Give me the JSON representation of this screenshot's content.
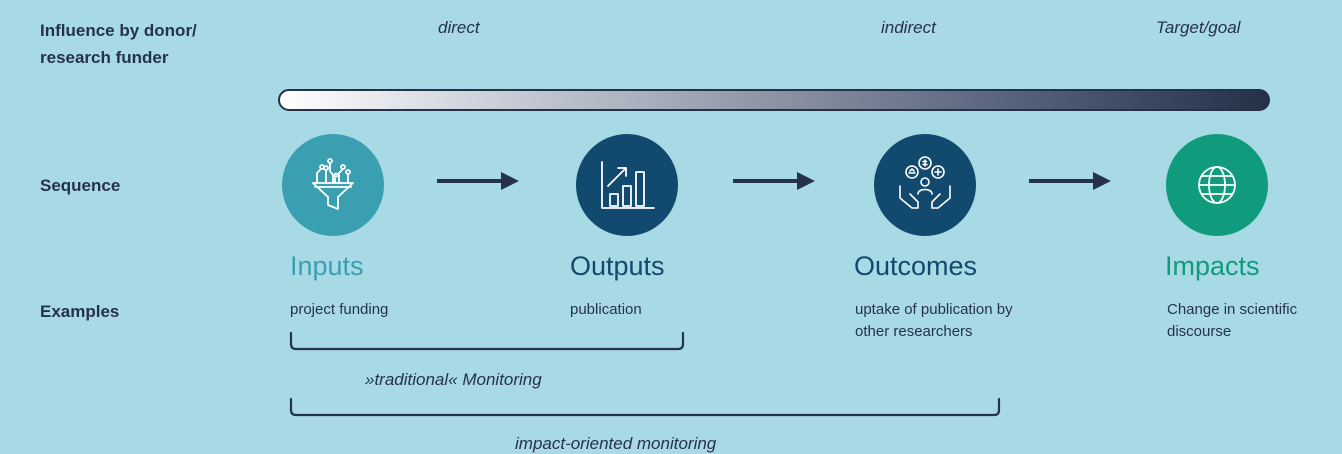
{
  "row_labels": {
    "influence": "Influence by donor/ research funder",
    "sequence": "Sequence",
    "examples": "Examples"
  },
  "influence_levels": {
    "direct": "direct",
    "indirect": "indirect",
    "target": "Target/goal"
  },
  "stages": [
    {
      "title": "Inputs",
      "example": "project funding",
      "color": "#3a9fb1",
      "icon": "funnel-icon"
    },
    {
      "title": "Outputs",
      "example": "publication",
      "color": "#12496e",
      "icon": "bar-chart-icon"
    },
    {
      "title": "Outcomes",
      "example": "uptake of publication by other researchers",
      "color": "#12496e",
      "icon": "hands-person-icon"
    },
    {
      "title": "Impacts",
      "example": "Change in scientific discourse",
      "color": "#0f9b7c",
      "icon": "globe-icon"
    }
  ],
  "brackets": {
    "traditional": "»traditional« Monitoring",
    "impact_oriented": "impact-oriented monitoring"
  },
  "colors": {
    "background": "#a8dae5",
    "text_dark": "#26324a"
  }
}
